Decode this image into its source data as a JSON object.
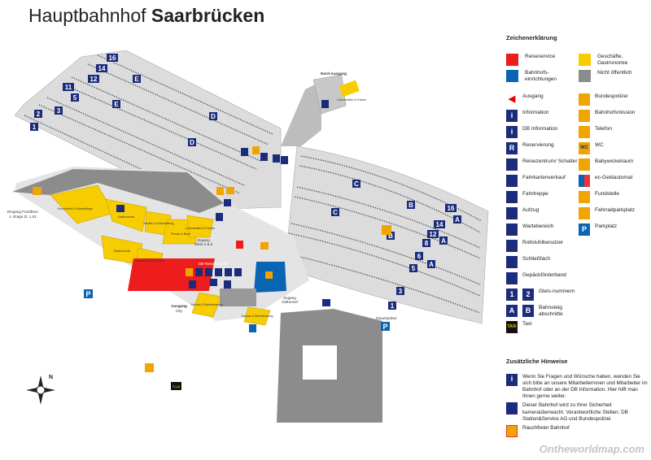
{
  "title": {
    "prefix": "Hauptbahnhof",
    "city": "Saarbrücken"
  },
  "colors": {
    "reiseservice": "#ee1c1c",
    "bahnhof": "#0a64b4",
    "shops": "#f7cc00",
    "nonpublic": "#8c8c8c",
    "platform": "#dcdcdc",
    "icon_blue": "#1c2c7c",
    "icon_orange": "#f0a400"
  },
  "map": {
    "labels": {
      "nord_ausgang": "Nord-Ausgang",
      "fundbuero": "Eingang Fundbüro",
      "fundbuero2": "1. Etage Zi. 1.01",
      "reisezentrum": "DB Reisezentrum",
      "ausgang": "Ausgang",
      "city": "City",
      "zugang_gleis": "Zugang",
      "zugang_gleis2": "Gleis 3 & 5",
      "zugang_ost": "Zugang",
      "zugang_ost2": "Osttunnel",
      "dauerparker": "Dauerparker",
      "taxi": "TAXI",
      "parking": "P",
      "north": "N"
    },
    "shops": [
      "Gesundheit & Körperpflege",
      "Gastronomie",
      "Medien & Unterhaltung",
      "Presse & Buch",
      "Lebensmittel & Frische",
      "Gastronomie",
      "Lebensmittel & Frische",
      "Service & Dienstleistung",
      "Service & Dienstleistung",
      "Lebensmittel & Frische"
    ],
    "tracks_left": [
      "16",
      "14",
      "12",
      "11",
      "5",
      "3",
      "2",
      "1"
    ],
    "sections_left": [
      "E",
      "E",
      "D",
      "D"
    ],
    "tracks_right": [
      "16",
      "14",
      "12",
      "8",
      "6",
      "5",
      "3",
      "1"
    ],
    "sections_right": [
      "C",
      "C",
      "B",
      "B",
      "A",
      "A",
      "A"
    ]
  },
  "legend": {
    "heading": "Zeichenerklärung",
    "items": [
      {
        "label": "Reiseservice",
        "icon": "red-swatch"
      },
      {
        "label": "Geschäfte, Gastronomie",
        "icon": "yellow-swatch"
      },
      {
        "label": "Bahnhofs-einrichtungen",
        "icon": "blue-swatch"
      },
      {
        "label": "Nicht öffentlich",
        "icon": "gray-swatch"
      },
      {
        "label": "Ausgang",
        "icon": "exit-arrow-icon"
      },
      {
        "label": "Bundespolizei",
        "icon": "police-icon"
      },
      {
        "label": "Information",
        "icon": "info-icon"
      },
      {
        "label": "Bahnhofsmission",
        "icon": "mission-icon"
      },
      {
        "label": "DB Information",
        "icon": "db-info-icon"
      },
      {
        "label": "Telefon",
        "icon": "phone-icon"
      },
      {
        "label": "Reservierung",
        "icon": "reservation-icon"
      },
      {
        "label": "WC",
        "icon": "wc-icon"
      },
      {
        "label": "Reisezentrum/ Schalter",
        "icon": "travel-center-icon"
      },
      {
        "label": "Babywickelraum",
        "icon": "baby-icon"
      },
      {
        "label": "Fahrkartenverkauf",
        "icon": "ticket-icon"
      },
      {
        "label": "ec-Geldautomat",
        "icon": "atm-icon"
      },
      {
        "label": "Fahrtreppe",
        "icon": "escalator-icon"
      },
      {
        "label": "Fundstelle",
        "icon": "lost-found-icon"
      },
      {
        "label": "Aufzug",
        "icon": "elevator-icon"
      },
      {
        "label": "Fahrradparkplatz",
        "icon": "bike-parking-icon"
      },
      {
        "label": "Wartebereich",
        "icon": "waiting-icon"
      },
      {
        "label": "Parkplatz",
        "icon": "parking-icon"
      },
      {
        "label": "Rollstuhlbenutzer",
        "icon": "wheelchair-icon"
      },
      {
        "label": "Schließfach",
        "icon": "locker-icon"
      },
      {
        "label": "Gepäckförderband",
        "icon": "luggage-belt-icon"
      },
      {
        "label": "Gleis-nummern",
        "icon": "track-number-icon"
      },
      {
        "label": "Bahnsteig abschnitte",
        "icon": "section-icon"
      },
      {
        "label": "Taxi",
        "icon": "taxi-icon"
      }
    ],
    "glyphs": {
      "one": "1",
      "two": "2",
      "a": "A",
      "b": "B",
      "taxi": "TAXI",
      "wc": "WC",
      "r": "R",
      "i": "i",
      "p": "P"
    }
  },
  "hints": {
    "heading": "Zusätzliche Hinweise",
    "items": [
      "Wenn Sie Fragen und Wünsche haben, wenden Sie sich bitte an unsere Mitarbeiterinnen und Mitarbeiter im Bahnhof oder an der DB Information. Hier hilft man Ihnen gerne weiter.",
      "Dieser Bahnhof wird zu Ihrer Sicherheit kameraüberwacht. Verantwortliche Stellen: DB Station&Service AG und Bundespolizei",
      "Rauchfreier Bahnhof"
    ]
  },
  "watermark": "Ontheworldmap.com"
}
